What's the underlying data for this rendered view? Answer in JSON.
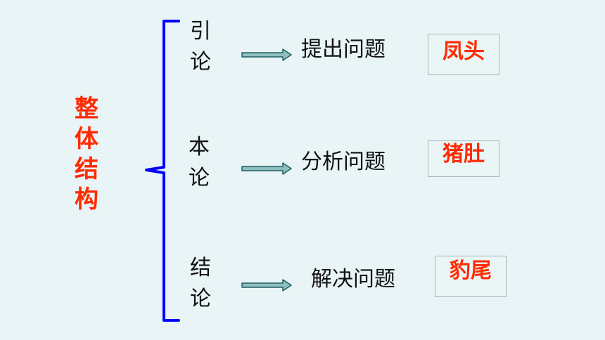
{
  "main_title": [
    "整",
    "体",
    "结",
    "构"
  ],
  "parts": [
    {
      "label": [
        "引",
        "论"
      ],
      "step": "提出问题",
      "tag": "凤头"
    },
    {
      "label": [
        "本",
        "论"
      ],
      "step": "分析问题",
      "tag": "猪肚"
    },
    {
      "label": [
        "结",
        "论"
      ],
      "step": "解决问题",
      "tag": "豹尾"
    }
  ],
  "colors": {
    "background": "#e8f4f5",
    "accent_red": "#ff2a00",
    "brace_blue": "#0000ff",
    "arrow_fill": "#8fbfc0",
    "arrow_stroke": "#1f5f62",
    "tag_border": "#9fb7b8"
  }
}
